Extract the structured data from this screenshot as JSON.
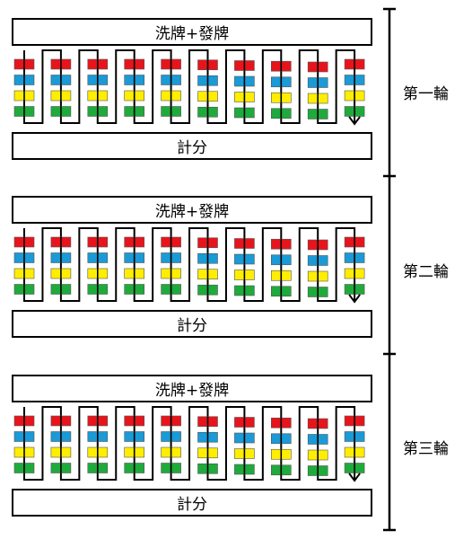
{
  "rounds": [
    {
      "label": "第一輪",
      "shuffle_deal_label": "洗牌+發牌",
      "scoring_label": "計分"
    },
    {
      "label": "第二輪",
      "shuffle_deal_label": "洗牌+發牌",
      "scoring_label": "計分"
    },
    {
      "label": "第三輪",
      "shuffle_deal_label": "洗牌+發牌",
      "scoring_label": "計分"
    }
  ],
  "players_per_round": 10,
  "card_colors": [
    "#e8141c",
    "#1a9ad6",
    "#ffee00",
    "#1faa3c"
  ]
}
